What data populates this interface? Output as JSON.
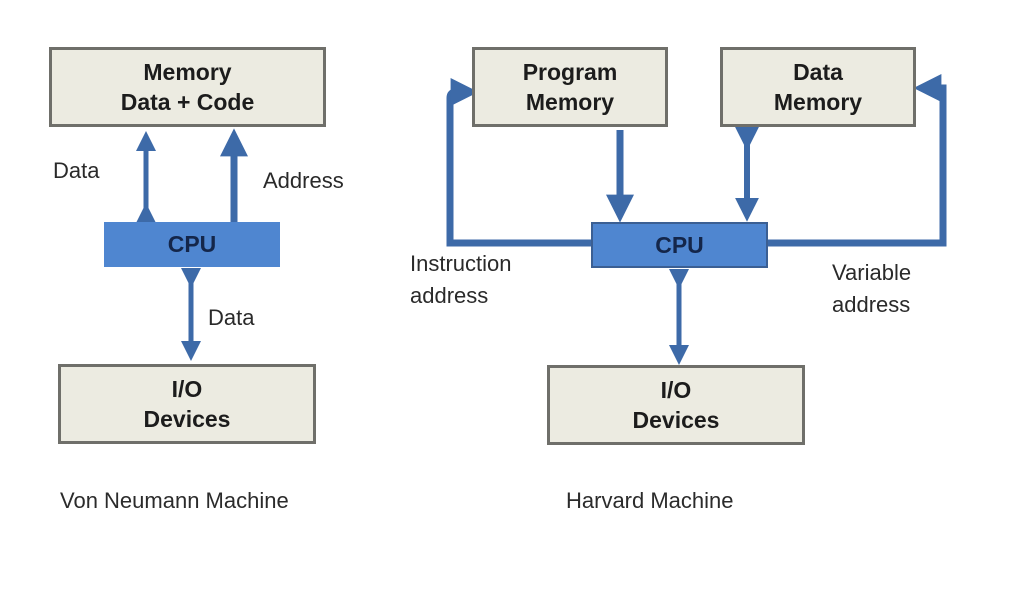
{
  "colors": {
    "arrow": "#3d6aa8",
    "cpu_fill": "#4f86d0",
    "cpu_border": "#3b5f93",
    "box_fill": "#ecebe1",
    "box_border": "#6f6f6a"
  },
  "von_neumann": {
    "memory": {
      "line1": "Memory",
      "line2": "Data + Code"
    },
    "cpu": "CPU",
    "io": {
      "line1": "I/O",
      "line2": "Devices"
    },
    "labels": {
      "data_top": "Data",
      "address": "Address",
      "data_bottom": "Data"
    },
    "caption": "Von Neumann Machine"
  },
  "harvard": {
    "program_memory": {
      "line1": "Program",
      "line2": "Memory"
    },
    "data_memory": {
      "line1": "Data",
      "line2": "Memory"
    },
    "cpu": "CPU",
    "io": {
      "line1": "I/O",
      "line2": "Devices"
    },
    "labels": {
      "instruction_address": {
        "line1": "Instruction",
        "line2": "address"
      },
      "variable_address": {
        "line1": "Variable",
        "line2": "address"
      }
    },
    "caption": "Harvard Machine"
  }
}
